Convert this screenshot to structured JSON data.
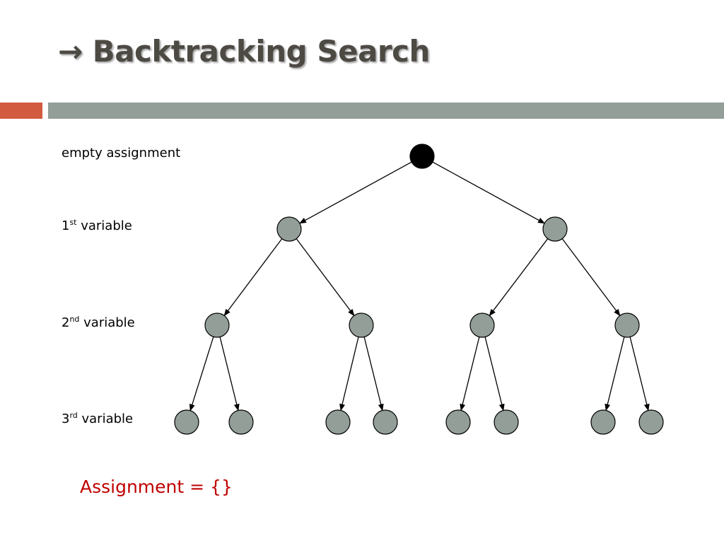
{
  "header": {
    "arrow_glyph": "→",
    "title": "Backtracking Search"
  },
  "colors": {
    "title_text": "#4d4a44",
    "accent_bar": "#d25a3f",
    "main_bar": "#929e97",
    "root_node": "#000000",
    "child_node": "#929e97",
    "assignment_text": "#c00000"
  },
  "levels": [
    {
      "base": "empty assignment",
      "sup": "",
      "tail": ""
    },
    {
      "base": "1",
      "sup": "st",
      "tail": " variable"
    },
    {
      "base": "2",
      "sup": "nd",
      "tail": " variable"
    },
    {
      "base": "3",
      "sup": "rd",
      "tail": " variable"
    }
  ],
  "tree": {
    "type": "binary-tree",
    "depth": 3,
    "root_fill": "#000000",
    "node_fill": "#929e97"
  },
  "assignment": {
    "text": "Assignment = {}"
  }
}
